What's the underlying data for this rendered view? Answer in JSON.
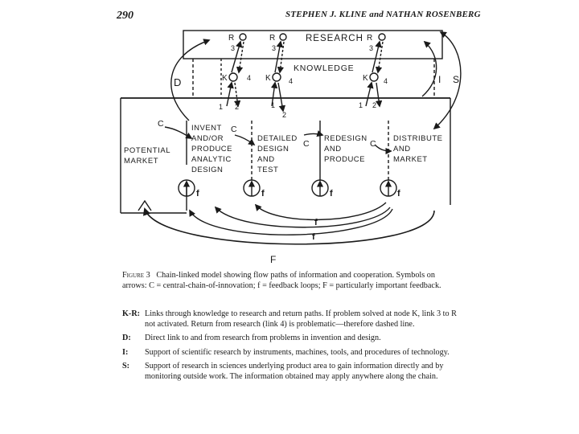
{
  "header": {
    "page_number": "290",
    "authors": "STEPHEN J. KLINE and NATHAN ROSENBERG"
  },
  "diagram": {
    "research_label": "RESEARCH",
    "knowledge_label": "KNOWLEDGE",
    "node_r": "R",
    "node_k": "K",
    "link_1": "1",
    "link_2": "2",
    "link_3": "3",
    "link_4": "4",
    "label_d": "D",
    "label_i": "I",
    "label_s": "S",
    "label_c": "C",
    "label_f": "f",
    "label_F": "F",
    "potential_market": [
      "POTENTIAL",
      "MARKET"
    ],
    "stages": [
      [
        "INVENT",
        "AND/OR",
        "PRODUCE",
        "ANALYTIC",
        "DESIGN"
      ],
      [
        "DETAILED",
        "DESIGN",
        "AND",
        "TEST"
      ],
      [
        "REDESIGN",
        "AND",
        "PRODUCE"
      ],
      [
        "DISTRIBUTE",
        "AND",
        "MARKET"
      ]
    ]
  },
  "caption": {
    "figure_label": "Figure 3",
    "text": "Chain-linked model showing flow paths of information and cooperation. Symbols on arrows: C = central-chain-of-innovation; f = feedback loops; F = particularly important feedback."
  },
  "notes": [
    {
      "key": "K-R:",
      "text": "Links through knowledge to research and return paths. If problem solved at node K, link 3 to R not activated. Return from research (link 4) is problematic—therefore dashed line."
    },
    {
      "key": "D:",
      "text": "Direct link to and from research from problems in invention and design."
    },
    {
      "key": "I:",
      "text": "Support of scientific research by instruments, machines, tools, and procedures of technology."
    },
    {
      "key": "S:",
      "text": "Support of research in sciences underlying product area to gain information directly and by monitoring outside work. The information obtained may apply anywhere along the chain."
    }
  ]
}
